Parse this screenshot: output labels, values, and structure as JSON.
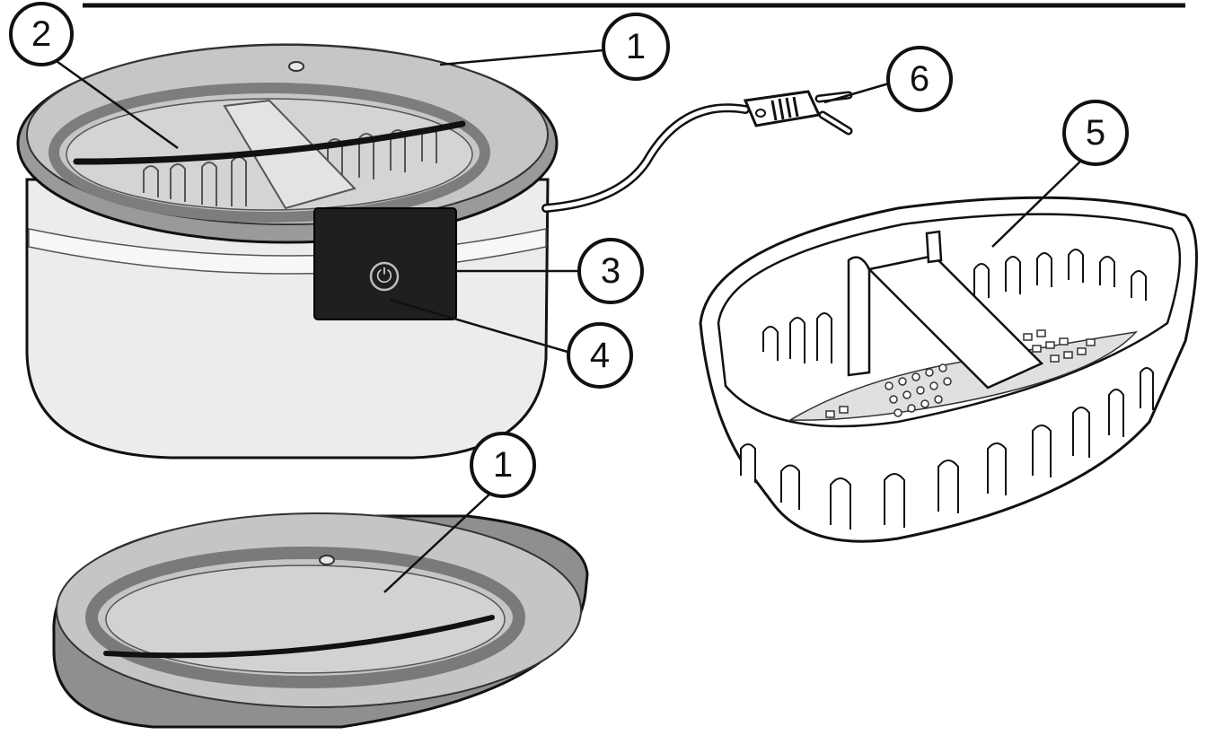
{
  "callouts": [
    {
      "id": "lid-on-tank",
      "number": "1"
    },
    {
      "id": "tank-interior",
      "number": "2"
    },
    {
      "id": "control-panel",
      "number": "3"
    },
    {
      "id": "power-indicator",
      "number": "4"
    },
    {
      "id": "basket",
      "number": "5"
    },
    {
      "id": "power-plug",
      "number": "6"
    },
    {
      "id": "lid-detached",
      "number": "1"
    }
  ],
  "power_symbol": "⏻",
  "colors": {
    "line": "#111111",
    "lid_fill": "#c9c9c9",
    "lid_rim": "#8d8d8d",
    "body_fill": "#ededed",
    "panel_fill": "#1f1f1f",
    "basket_fill": "#ffffff"
  }
}
